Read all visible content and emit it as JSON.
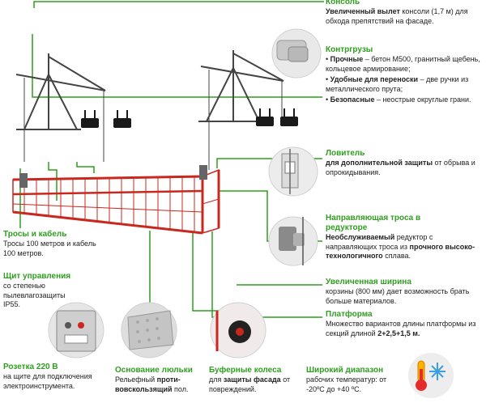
{
  "console": {
    "title": "Консоль",
    "text_bold": "Увеличенный вылет",
    "text": " консоли (1,7 м) для обхода препятствий на фасаде."
  },
  "counterweights": {
    "title": "Контргрузы",
    "items": [
      {
        "bold": "Прочные",
        "text": " – бетон М500, гранитный щебень, кольцевое армирование;"
      },
      {
        "bold": "Удобные для переноски",
        "text": " – две ручки из металлического прута;"
      },
      {
        "bold": "Безопасные",
        "text": " – неострые округлые грани."
      }
    ]
  },
  "catcher": {
    "title": "Ловитель",
    "text_bold": "для дополнительной защиты",
    "text": " от обрыва и опрокидывания."
  },
  "rope_guide": {
    "title": "Направляющая троса в редукторе",
    "text_bold": "Необслуживаемый",
    "text": " редуктор с направляющих троса из ",
    "text_bold2": "прочного высоко-технологичного",
    "text_end": " сплава."
  },
  "width": {
    "title": "Увеличенная ширина",
    "text": "корзины (800 мм) дает возможность брать больше материалов."
  },
  "platform": {
    "title": "Платформа",
    "text": "Множество вариантов длины платформы из секций длиной ",
    "text_bold": "2+2,5+1,5 м."
  },
  "ropes": {
    "title": "Тросы и кабель",
    "text": "Тросы 100 метров и кабель 100 метров."
  },
  "control_panel": {
    "title": "Щит управления",
    "text": "со степенью пылевлагозащиты IP55."
  },
  "socket": {
    "title": "Розетка 220 В",
    "text": "на щите для подключения электроинструмента."
  },
  "cradle_base": {
    "title": "Основание люльки",
    "text": "Рельефный ",
    "text_bold": "проти-вовскользящий",
    "text_end": " пол."
  },
  "bumper_wheels": {
    "title": "Буферные колеса",
    "text": "для ",
    "text_bold": "защиты фасада",
    "text_end": " от повреждений."
  },
  "temp_range": {
    "title": "Широкий диапазон",
    "text": "рабочих температур: от -20ºС до +40 ºС."
  },
  "colors": {
    "accent_green": "#2f9e1f",
    "platform_red": "#c8281e",
    "steel": "#555555"
  }
}
